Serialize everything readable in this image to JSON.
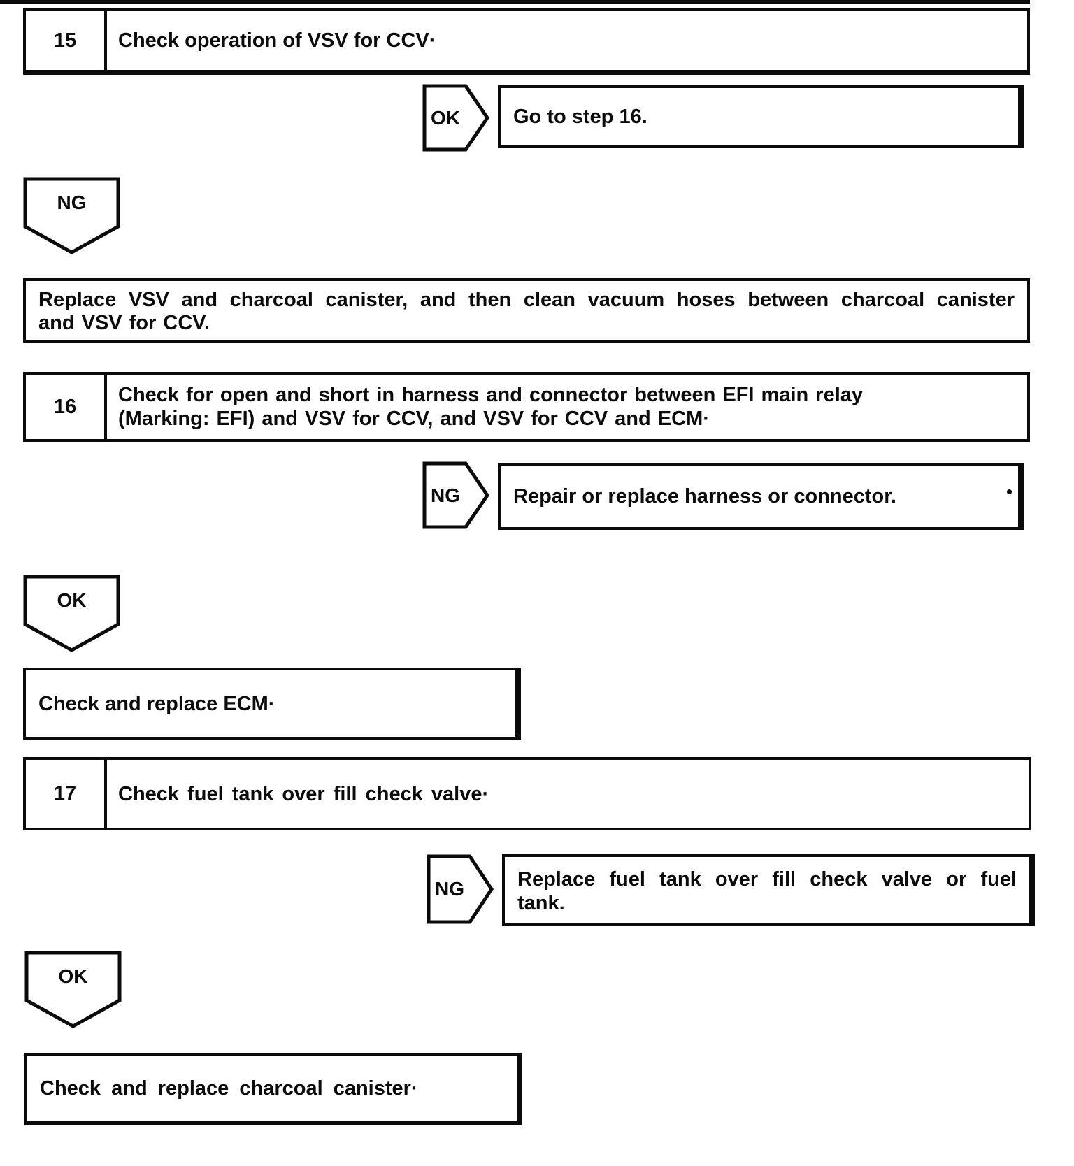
{
  "page": {
    "background": "#ffffff",
    "ink": "#0b0b0b"
  },
  "nodes": {
    "step15": {
      "number": "15",
      "title": "Check operation of VSV for CCV·"
    },
    "branch15_ok": {
      "tag": "OK",
      "result": "Go to step 16."
    },
    "branch15_ng": {
      "tag": "NG"
    },
    "action15": {
      "lines": [
        "Replace VSV and charcoal canister, and then clean vacuum hoses between charcoal canister",
        "and VSV for CCV."
      ]
    },
    "step16": {
      "number": "16",
      "lines": [
        "Check for open and short in harness and connector between EFI main relay",
        "(Marking: EFI) and VSV for CCV, and VSV for CCV and ECM·"
      ]
    },
    "branch16_ng": {
      "tag": "NG",
      "result": "Repair or replace harness or connector."
    },
    "branch16_ok": {
      "tag": "OK"
    },
    "action16": {
      "text": "Check and replace ECM·"
    },
    "step17": {
      "number": "17",
      "title": "Check fuel tank over fill check valve·"
    },
    "branch17_ng": {
      "tag": "NG",
      "lines": [
        "Replace fuel tank over fill check valve or fuel",
        "tank."
      ]
    },
    "branch17_ok": {
      "tag": "OK"
    },
    "action17": {
      "text": "Check and replace charcoal canister·"
    }
  }
}
